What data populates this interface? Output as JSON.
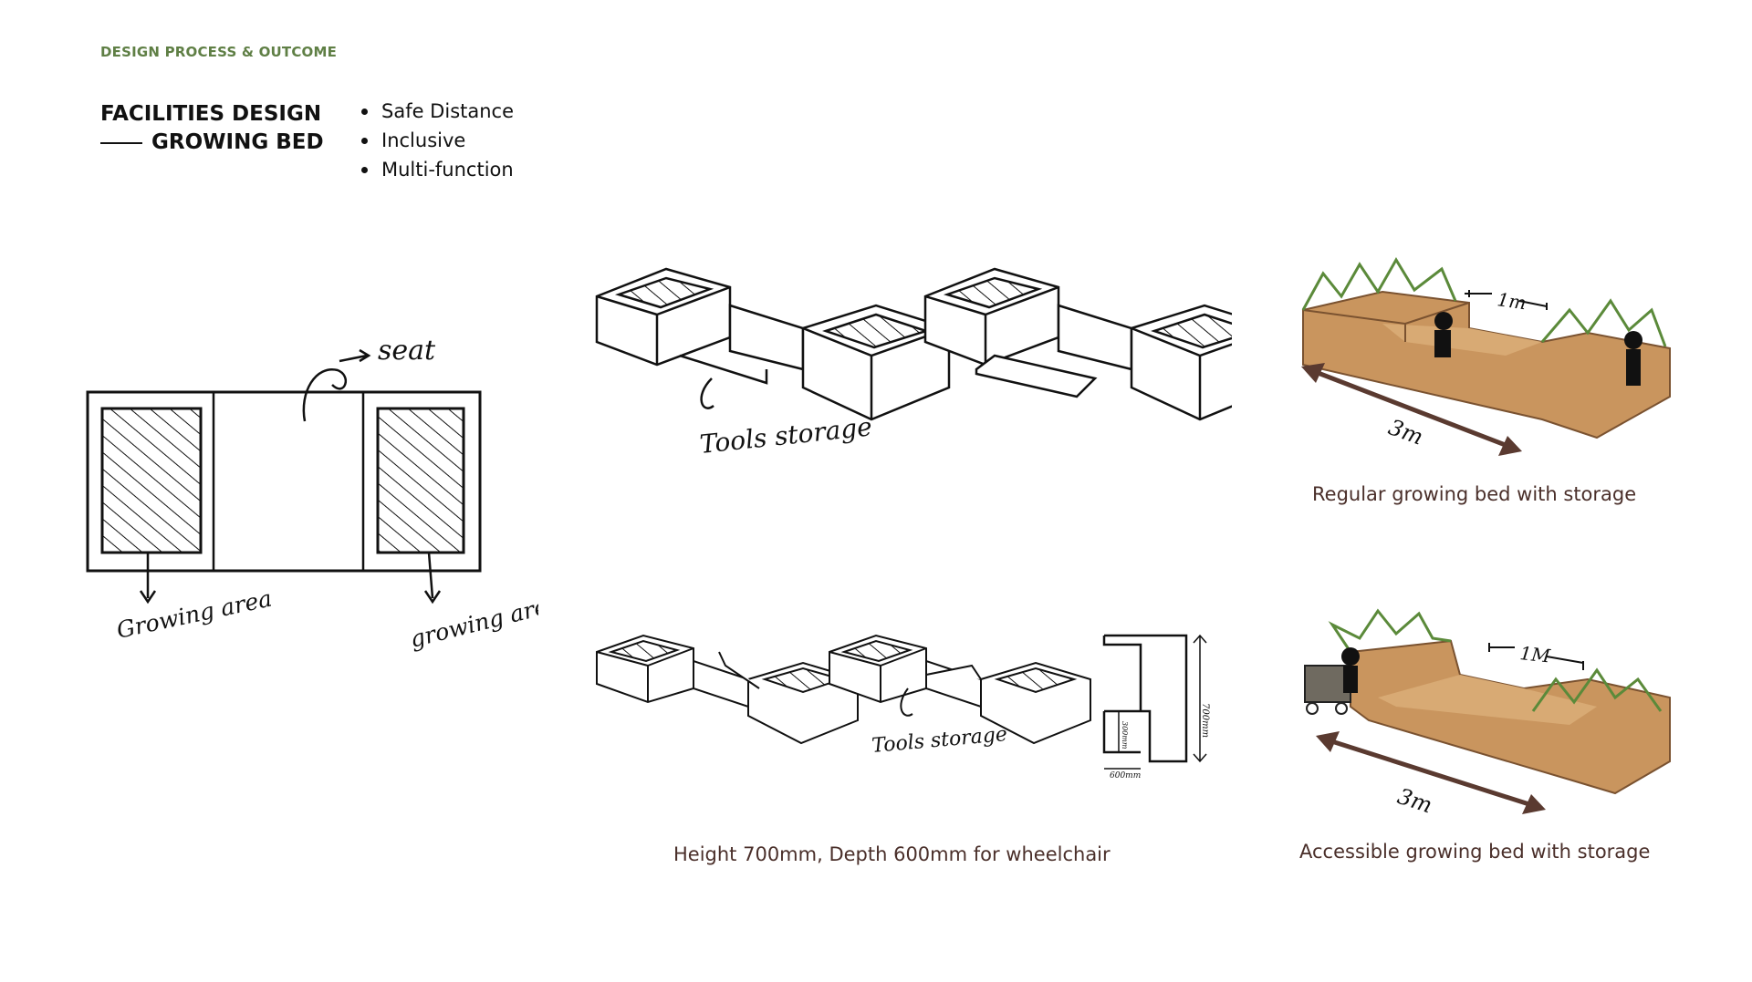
{
  "header": {
    "section": "DESIGN PROCESS & OUTCOME"
  },
  "title": {
    "line1": "FACILITIES DESIGN",
    "line2": "GROWING BED"
  },
  "bullets": [
    "Safe Distance",
    "Inclusive",
    "Multi-function"
  ],
  "plan_sketch": {
    "seat": "seat",
    "growing_left": "Growing area",
    "growing_right": "growing area"
  },
  "storage_sketch": {
    "tools_storage": "Tools storage"
  },
  "wheelchair_sketch": {
    "tools_storage": "Tools storage",
    "dim_height": "700mm",
    "dim_knee": "300mm",
    "dim_depth": "600mm"
  },
  "regular_render": {
    "width_label": "1m",
    "length_label": "3m"
  },
  "accessible_render": {
    "width_label": "1M",
    "length_label": "3m"
  },
  "captions": {
    "regular": "Regular growing bed with storage",
    "wheelchair": "Height 700mm, Depth 600mm for wheelchair",
    "accessible": "Accessible growing bed with storage"
  },
  "colors": {
    "accent_green": "#5f7f45",
    "caption_brown": "#4a2f2a",
    "wood": "#c9955e",
    "arrow_brown": "#5a3a30"
  }
}
